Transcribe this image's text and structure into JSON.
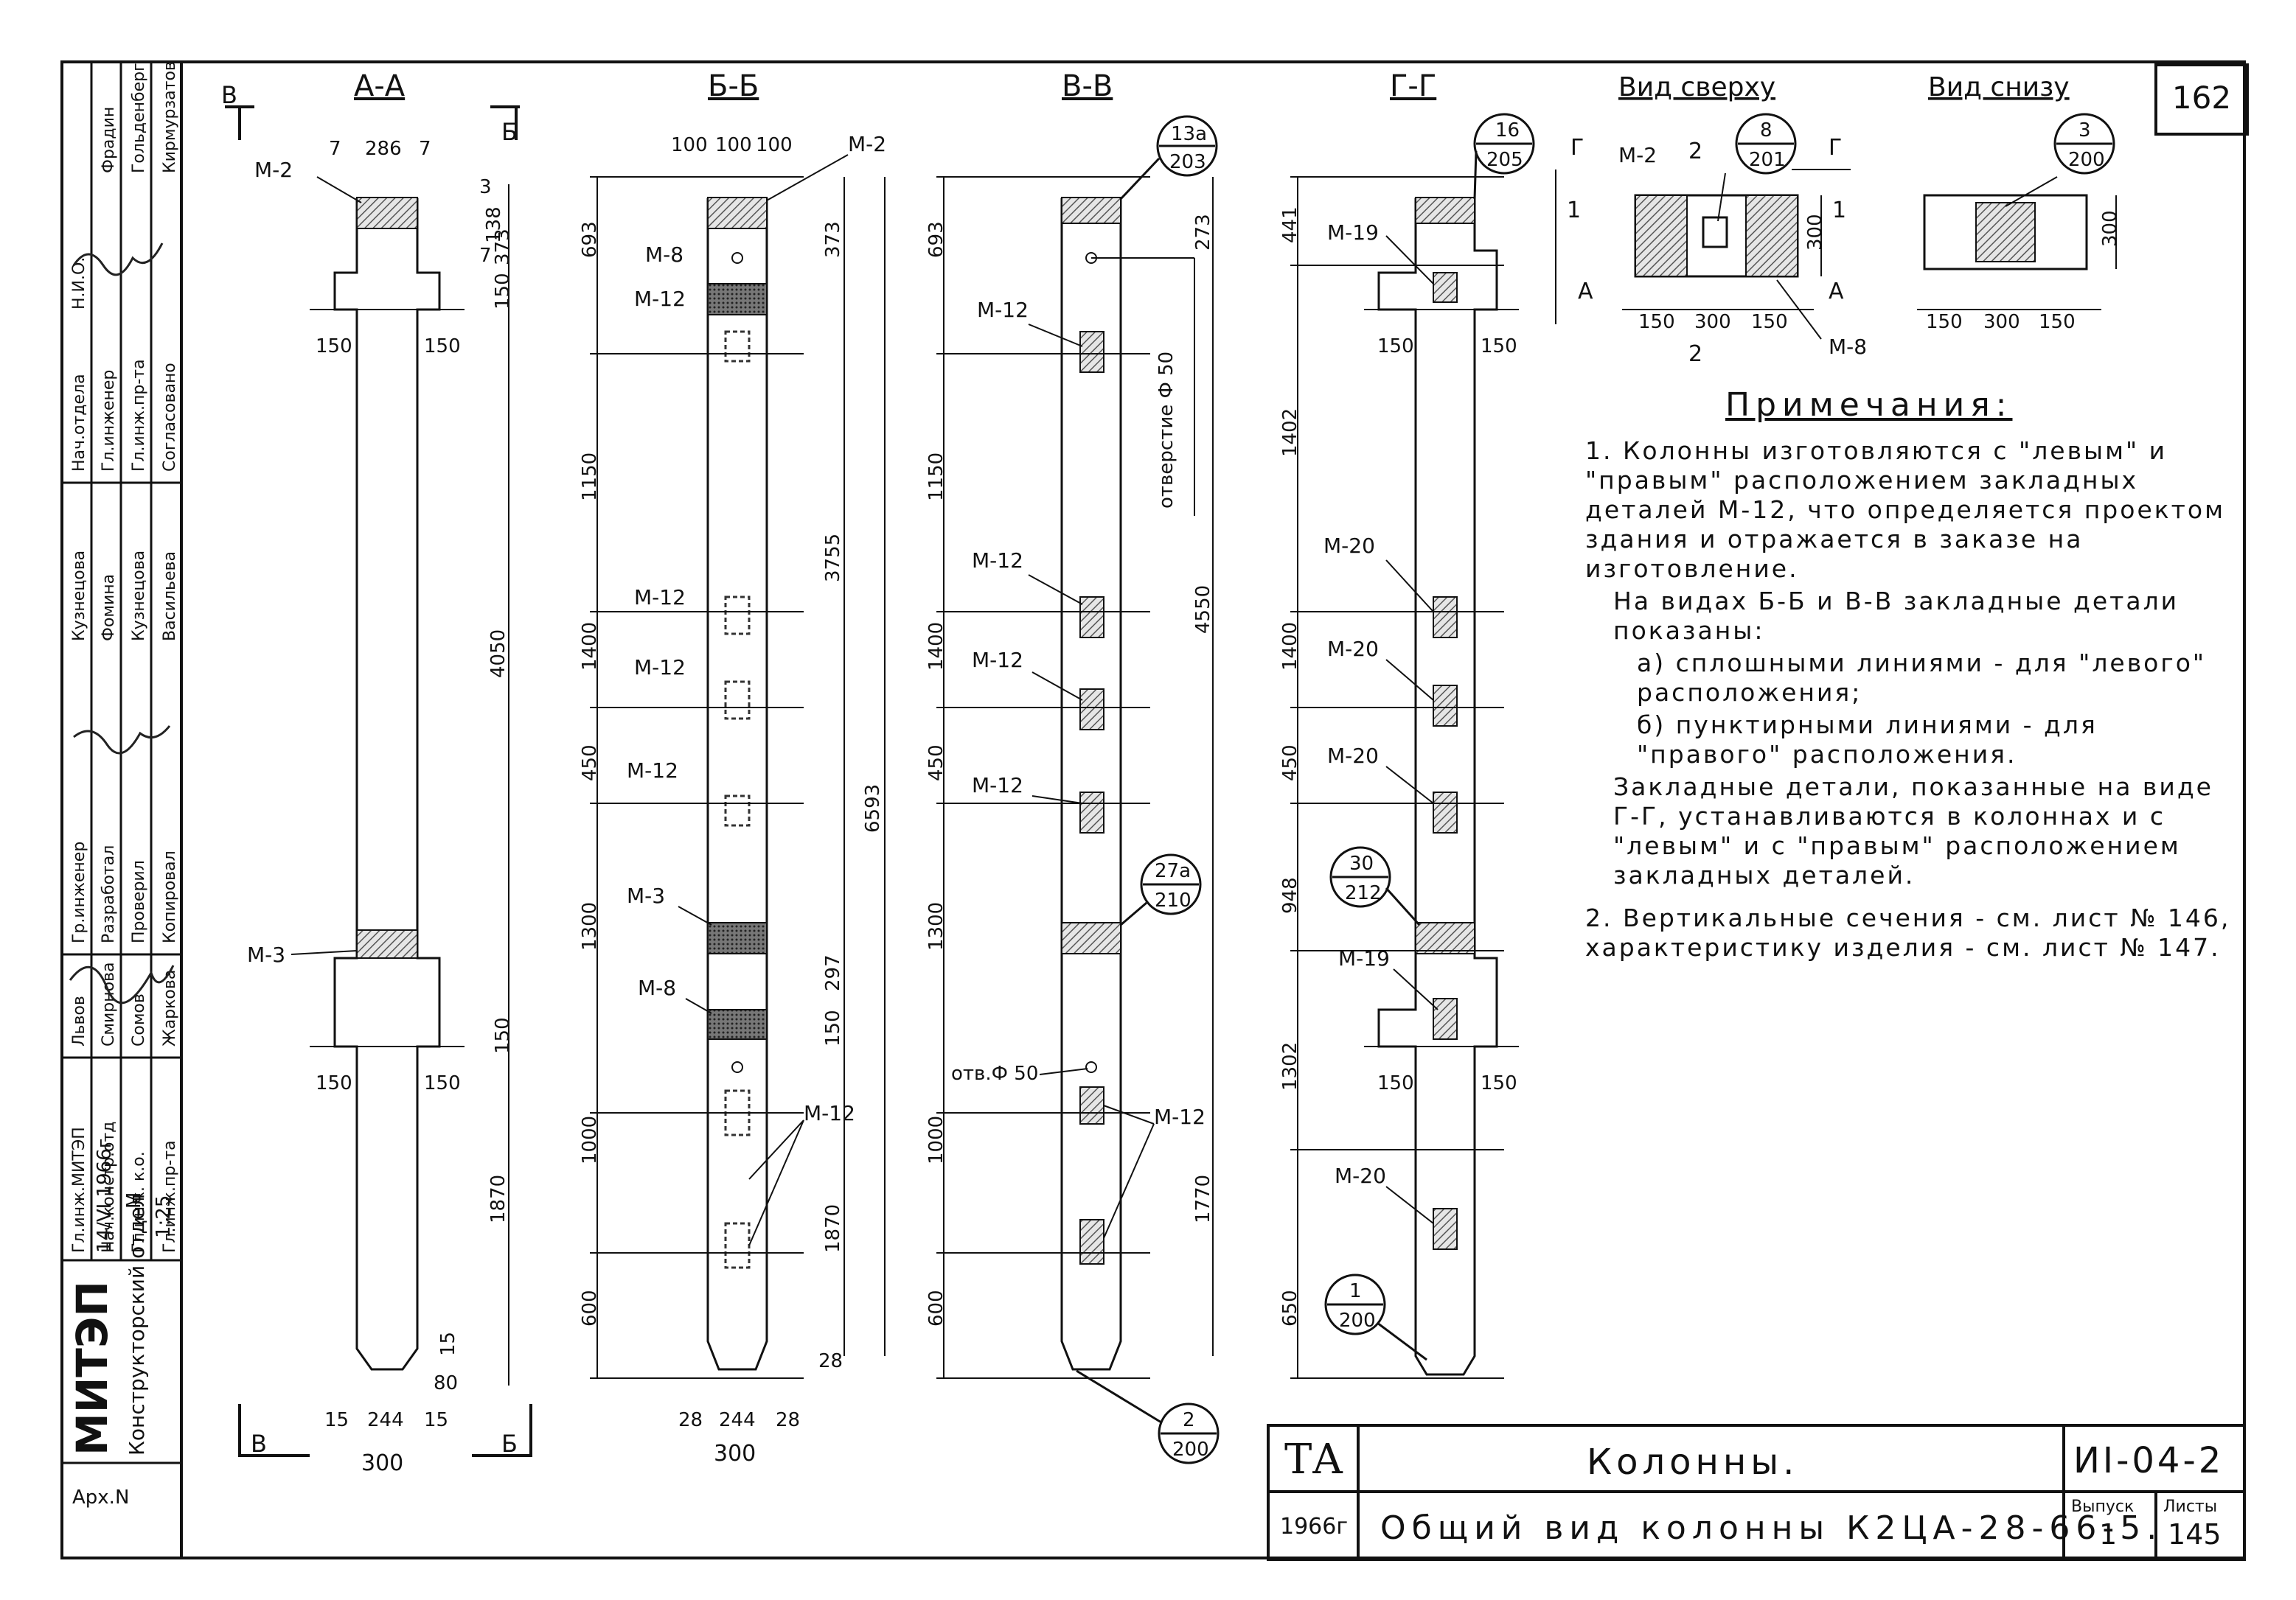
{
  "sheet": {
    "page_number": "162",
    "title": "Колонны.",
    "subtitle": "Общий вид колонны К2ЦА-28-66-5.",
    "code": "ИI-04-2",
    "org_mark": "ТА",
    "year": "1966г",
    "issue_label": "Выпуск",
    "issue": "1",
    "sheet_label": "Листы",
    "sheet_no": "145"
  },
  "stamp": {
    "org": "МИТЭП",
    "dept": "Конструкторский отдел",
    "archive": "Арх.N",
    "date": "14/VI 1966г",
    "scale_m": "М",
    "scale": "1:25",
    "roles": [
      "Н.И.О.",
      "Нач.отдела",
      "Гл.инженер",
      "Гл.инж.пр-та",
      "Согласовано",
      "Гр.инженер",
      "Разработал",
      "Проверил",
      "Копировал",
      "Гл.инж.МИТЭП",
      "Нач.констр.отд",
      "Гл.инж. к.о.",
      "Гл.инж.пр-та"
    ],
    "names": [
      "Фрадин",
      "Гольденберг",
      "Кирмурзатов",
      "Кузнецова",
      "Фомина",
      "Кузнецова",
      "Васильева",
      "Львов",
      "Смирнова",
      "Сомов",
      "Жаркова"
    ]
  },
  "views": {
    "aa": "А-А",
    "bb": "Б-Б",
    "vv": "В-В",
    "gg": "Г-Г",
    "top": "Вид сверху",
    "bottom": "Вид снизу",
    "mark_v": "В",
    "mark_b": "Б",
    "mark_g": "Г",
    "mark_a": "А",
    "mark_2": "2",
    "mark_1": "1"
  },
  "parts": {
    "m2": "М-2",
    "m3": "М-3",
    "m8": "М-8",
    "m12": "М-12",
    "m19": "М-19",
    "m20": "М-20",
    "hole_label": "отверстие Ф 50",
    "hole_label_short": "отв.Ф 50"
  },
  "callouts": {
    "c13a": "13а",
    "c203": "203",
    "c27a": "27а",
    "c210": "210",
    "c2": "2",
    "c200a": "200",
    "c16": "16",
    "c205": "205",
    "c30": "30",
    "c212": "212",
    "c1": "1",
    "c200b": "200",
    "c8": "8",
    "c201": "201",
    "c3": "3",
    "c200c": "200"
  },
  "dims": {
    "aa": [
      "7",
      "286",
      "7",
      "3",
      "138",
      "373",
      "7",
      "150",
      "150",
      "150",
      "4050",
      "150",
      "150",
      "150",
      "1870",
      "15",
      "80",
      "15",
      "244",
      "15",
      "300"
    ],
    "bb": [
      "100",
      "100",
      "100",
      "693",
      "373",
      "1150",
      "3755",
      "1400",
      "450",
      "6593",
      "1300",
      "297",
      "150",
      "1000",
      "1870",
      "600",
      "28",
      "28",
      "244",
      "28",
      "300"
    ],
    "vv": [
      "273",
      "693",
      "1150",
      "4550",
      "1400",
      "450",
      "1300",
      "1000",
      "1770",
      "600"
    ],
    "gg": [
      "441",
      "1402",
      "1400",
      "450",
      "948",
      "1302",
      "650",
      "150",
      "150",
      "150",
      "150"
    ],
    "top": [
      "300",
      "150",
      "300",
      "150"
    ],
    "bottom": [
      "300",
      "150",
      "300",
      "150"
    ]
  },
  "notes": {
    "title": "Примечания:",
    "n1": "1. Колонны изготовляются с \"левым\" и \"правым\" расположением закладных деталей М-12, что определяется проектом здания и отражается в заказе на изготовление.",
    "n1b": "На видах Б-Б и В-В закладные детали показаны:",
    "n1c": "а) сплошными линиями - для \"левого\" расположения;",
    "n1d": "б) пунктирными линиями - для \"правого\" расположения.",
    "n1e": "Закладные детали, показанные на виде Г-Г, устанавливаются в колоннах и с \"левым\" и с \"правым\" расположением закладных деталей.",
    "n2": "2. Вертикальные сечения - см. лист № 146, характеристику изделия - см. лист № 147."
  }
}
